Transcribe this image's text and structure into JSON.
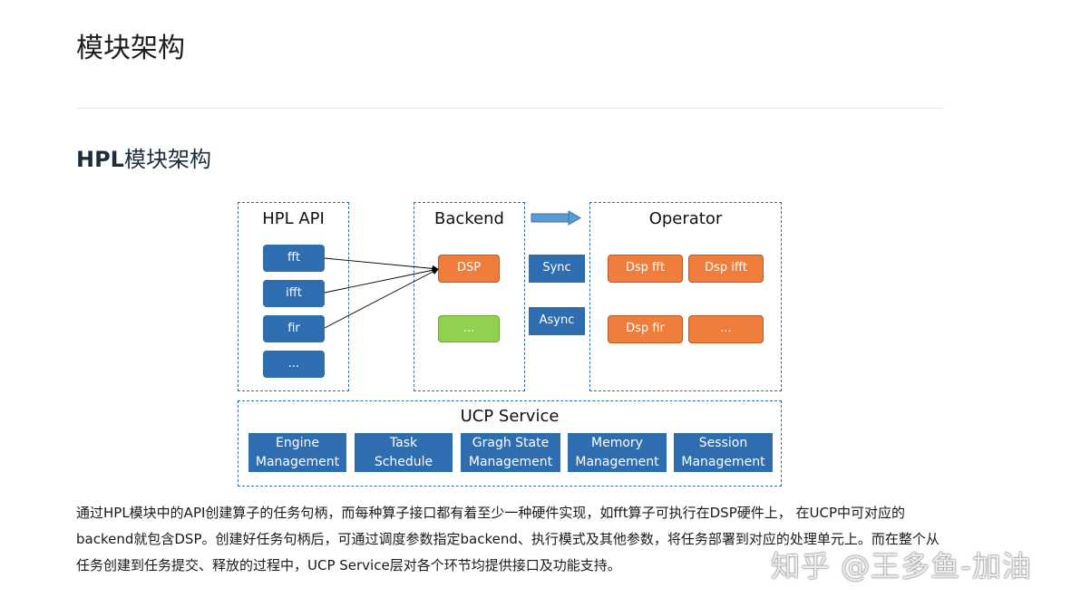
{
  "page": {
    "title": "模块架构",
    "section_prefix": "HPL",
    "section_suffix": "模块架构",
    "paragraph": "通过HPL模块中的API创建算子的任务句柄，而每种算子接口都有着至少一种硬件实现，如fft算子可执行在DSP硬件上， 在UCP中可对应的backend就包含DSP。创建好任务句柄后，可通过调度参数指定backend、执行模式及其他参数，将任务部署到对应的处理单元上。而在整个从任务创建到任务提交、释放的过程中，UCP Service层对各个环节均提供接口及功能支持。",
    "watermark": "知乎 @王多鱼-加油"
  },
  "diagram": {
    "hpl_api": {
      "title": "HPL API",
      "items": [
        "fft",
        "ifft",
        "fir",
        "..."
      ]
    },
    "backend": {
      "title": "Backend",
      "items": [
        "DSP",
        "..."
      ]
    },
    "modes": [
      "Sync",
      "Async"
    ],
    "operator": {
      "title": "Operator",
      "items": [
        "Dsp fft",
        "Dsp ifft",
        "Dsp fir",
        "..."
      ]
    },
    "ucp_service": {
      "title": "UCP Service",
      "items": [
        {
          "line1": "Engine",
          "line2": "Management"
        },
        {
          "line1": "Task",
          "line2": "Schedule"
        },
        {
          "line1": "Gragh State",
          "line2": "Management"
        },
        {
          "line1": "Memory",
          "line2": "Management"
        },
        {
          "line1": "Session",
          "line2": "Management"
        }
      ]
    },
    "colors": {
      "blue": "#2e6daf",
      "orange": "#ef7d3c",
      "green": "#92d050",
      "border": "#2e6da4"
    }
  }
}
